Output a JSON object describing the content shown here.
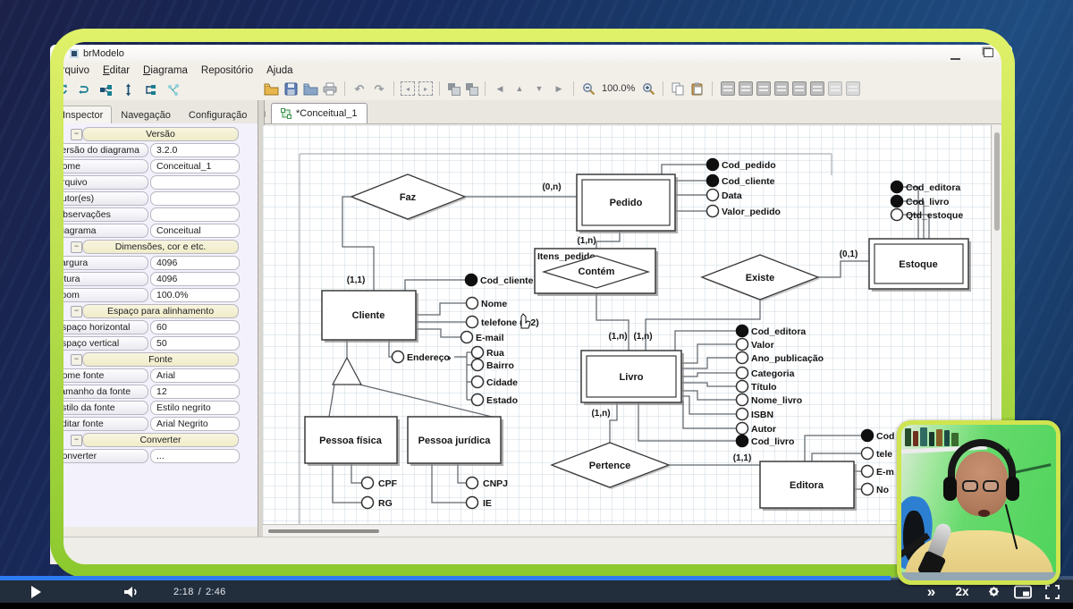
{
  "player": {
    "time_current": "2:18",
    "time_separator": "/",
    "time_total": "2:46",
    "speed_label": "2x",
    "skip_glyph": "»",
    "progress_percent": 83,
    "accent_blue": "#2e7cf3",
    "bar_color": "#232e3c",
    "frame_green_top": "#dff069",
    "frame_green_bottom": "#8cc92e"
  },
  "window": {
    "title": "brModelo",
    "menu": [
      {
        "label": "Arquivo"
      },
      {
        "label": "Editar"
      },
      {
        "label": "Diagrama"
      },
      {
        "label": "Repositório"
      },
      {
        "label": "Ajuda"
      }
    ],
    "toolbar": {
      "zoom_level": "100.0%"
    },
    "panel_tabs": [
      {
        "label": "Inspector"
      },
      {
        "label": "Navegação"
      },
      {
        "label": "Configuração"
      }
    ],
    "doc_tab": {
      "label": "*Conceitual_1"
    }
  },
  "inspector": {
    "rows": [
      {
        "type": "section",
        "label": "Versão"
      },
      {
        "type": "prop",
        "label": "Versão do diagrama",
        "value": "3.2.0"
      },
      {
        "type": "prop",
        "label": "Nome",
        "value": "Conceitual_1"
      },
      {
        "type": "prop",
        "label": "Arquivo",
        "value": ""
      },
      {
        "type": "prop",
        "label": "Autor(es)",
        "value": ""
      },
      {
        "type": "prop",
        "label": "Observações",
        "value": ""
      },
      {
        "type": "prop",
        "label": "Diagrama",
        "value": "Conceitual"
      },
      {
        "type": "section",
        "label": "Dimensões, cor e etc."
      },
      {
        "type": "prop",
        "label": "Largura",
        "value": "4096"
      },
      {
        "type": "prop",
        "label": "Altura",
        "value": "4096"
      },
      {
        "type": "prop",
        "label": "Zoom",
        "value": "100.0%"
      },
      {
        "type": "section",
        "label": "Espaço para alinhamento"
      },
      {
        "type": "prop",
        "label": "Espaço horizontal",
        "value": "60"
      },
      {
        "type": "prop",
        "label": "Espaço vertical",
        "value": "50"
      },
      {
        "type": "section",
        "label": "Fonte"
      },
      {
        "type": "prop",
        "label": "Nome fonte",
        "value": "Arial"
      },
      {
        "type": "prop",
        "label": "Tamanho da fonte",
        "value": "12"
      },
      {
        "type": "prop",
        "label": "Estilo da fonte",
        "value": "Estilo negrito"
      },
      {
        "type": "prop",
        "label": "Editar fonte",
        "value": "Arial Negrito"
      },
      {
        "type": "section",
        "label": "Converter"
      },
      {
        "type": "prop",
        "label": "Converter",
        "value": "..."
      }
    ]
  },
  "diagram": {
    "entities": {
      "pedido": "Pedido",
      "cliente": "Cliente",
      "estoque": "Estoque",
      "livro": "Livro",
      "pessoa_fisica": "Pessoa física",
      "pessoa_juridica": "Pessoa jurídica",
      "editora": "Editora"
    },
    "relationships": {
      "faz": "Faz",
      "contem": "Contém",
      "existe": "Existe",
      "pertence": "Pertence"
    },
    "assoc_entity_label": "Itens_pedido",
    "cardinalities": {
      "faz_pedido": "(0,n)",
      "faz_cliente": "(1,1)",
      "pedido_contem": "(1,n)",
      "contem_livro": "(1,n)",
      "existe_livro": "(1,n)",
      "existe_estoque": "(0,1)",
      "livro_pertence": "(1,n)",
      "pertence_editora": "(1,1)"
    },
    "pedido_attrs": [
      {
        "label": "Cod_pedido",
        "key": true
      },
      {
        "label": "Cod_cliente",
        "key": true
      },
      {
        "label": "Data",
        "key": false
      },
      {
        "label": "Valor_pedido",
        "key": false
      }
    ],
    "estoque_attrs": [
      {
        "label": "Cod_editora",
        "key": true
      },
      {
        "label": "Cod_livro",
        "key": true
      },
      {
        "label": "Qtd_estoque",
        "key": false
      }
    ],
    "cliente_attrs": [
      {
        "label": "Cod_cliente",
        "key": true
      },
      {
        "label": "Nome",
        "key": false
      },
      {
        "label": "telefone (1,2)",
        "key": false
      },
      {
        "label": "E-mail",
        "key": false
      },
      {
        "label": "Endereço",
        "key": false
      }
    ],
    "endereco_sub": [
      {
        "label": "Rua"
      },
      {
        "label": "Bairro"
      },
      {
        "label": "Cidade"
      },
      {
        "label": "Estado"
      }
    ],
    "pessoa_fisica_attrs": [
      {
        "label": "CPF"
      },
      {
        "label": "RG"
      }
    ],
    "pessoa_juridica_attrs": [
      {
        "label": "CNPJ"
      },
      {
        "label": "IE"
      }
    ],
    "livro_attrs": [
      {
        "label": "Cod_editora",
        "key": true
      },
      {
        "label": "Valor",
        "key": false
      },
      {
        "label": "Ano_publicação",
        "key": false
      },
      {
        "label": "Categoria",
        "key": false
      },
      {
        "label": "Título",
        "key": false
      },
      {
        "label": "Nome_livro",
        "key": false
      },
      {
        "label": "ISBN",
        "key": false
      },
      {
        "label": "Autor",
        "key": false
      },
      {
        "label": "Cod_livro",
        "key": true
      }
    ],
    "editora_attrs": [
      {
        "label": "Cod",
        "key": true
      },
      {
        "label": "tele",
        "key": false
      },
      {
        "label": "E-m",
        "key": false
      },
      {
        "label": "No",
        "key": false
      }
    ]
  },
  "icons": {
    "collapse": "−",
    "tab_scroll_left": "◀",
    "nav_left": "◀",
    "nav_up": "▲",
    "nav_down": "▼",
    "nav_right": "▶",
    "undo": "↶",
    "redo": "↷",
    "endereco_arrow": "›"
  }
}
